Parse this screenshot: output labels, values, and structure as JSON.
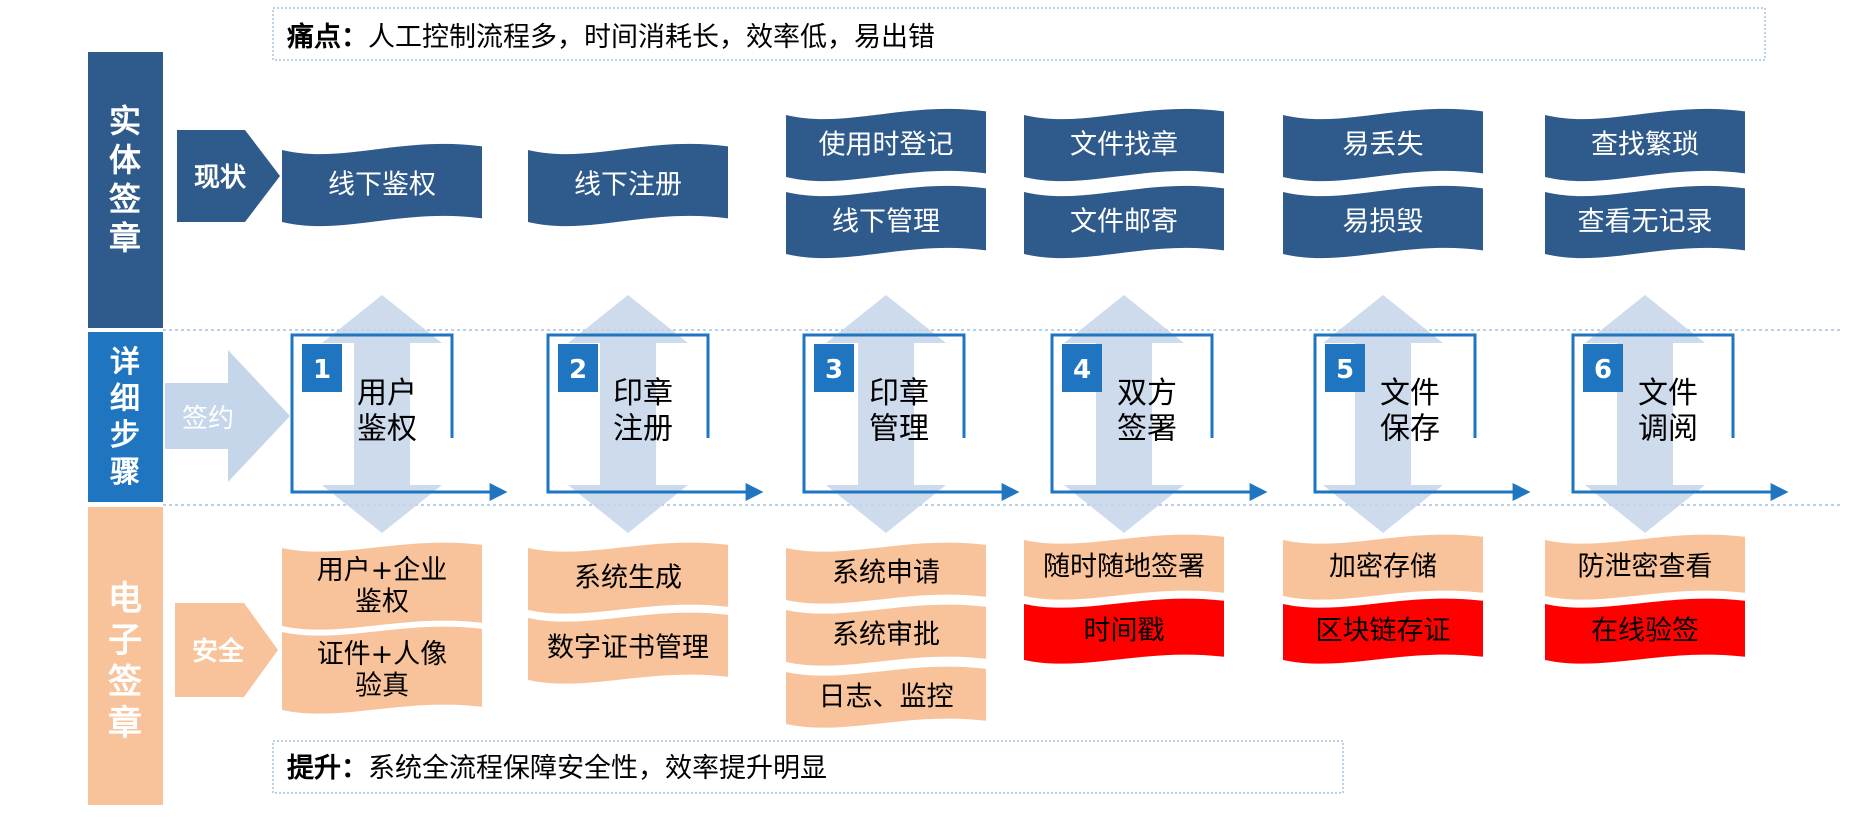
{
  "pain_point": {
    "label": "痛点：",
    "text": "人工控制流程多，时间消耗长，效率低，易出错"
  },
  "improvement": {
    "label": "提升：",
    "text": "系统全流程保障安全性，效率提升明显"
  },
  "rows": {
    "physical": "实体签章",
    "detail": "详细步骤",
    "electronic": "电子签章"
  },
  "tags": {
    "current": "现状",
    "sign": "签约",
    "security": "安全"
  },
  "colors": {
    "physical_blue": "#2F5A8C",
    "step_blue": "#1F75BF",
    "light_blue": "#C5D5EA",
    "peach": "#F8C39B",
    "red": "#FF0000"
  },
  "steps": [
    {
      "num": "1",
      "label": "用户\n鉴权",
      "physical": [
        "线下鉴权"
      ],
      "electronic": [
        {
          "text": "用户+企业\n鉴权",
          "c": "peach"
        },
        {
          "text": "证件+人像\n验真",
          "c": "peach"
        }
      ]
    },
    {
      "num": "2",
      "label": "印章\n注册",
      "physical": [
        "线下注册"
      ],
      "electronic": [
        {
          "text": "系统生成",
          "c": "peach"
        },
        {
          "text": "数字证书管理",
          "c": "peach"
        }
      ]
    },
    {
      "num": "3",
      "label": "印章\n管理",
      "physical": [
        "使用时登记",
        "线下管理"
      ],
      "electronic": [
        {
          "text": "系统申请",
          "c": "peach"
        },
        {
          "text": "系统审批",
          "c": "peach"
        },
        {
          "text": "日志、监控",
          "c": "peach"
        }
      ]
    },
    {
      "num": "4",
      "label": "双方\n签署",
      "physical": [
        "文件找章",
        "文件邮寄"
      ],
      "electronic": [
        {
          "text": "随时随地签署",
          "c": "peach"
        },
        {
          "text": "时间戳",
          "c": "red"
        }
      ]
    },
    {
      "num": "5",
      "label": "文件\n保存",
      "physical": [
        "易丢失",
        "易损毁"
      ],
      "electronic": [
        {
          "text": "加密存储",
          "c": "peach"
        },
        {
          "text": "区块链存证",
          "c": "red"
        }
      ]
    },
    {
      "num": "6",
      "label": "文件\n调阅",
      "physical": [
        "查找繁琐",
        "查看无记录"
      ],
      "electronic": [
        {
          "text": "防泄密查看",
          "c": "peach"
        },
        {
          "text": "在线验签",
          "c": "red"
        }
      ]
    }
  ]
}
